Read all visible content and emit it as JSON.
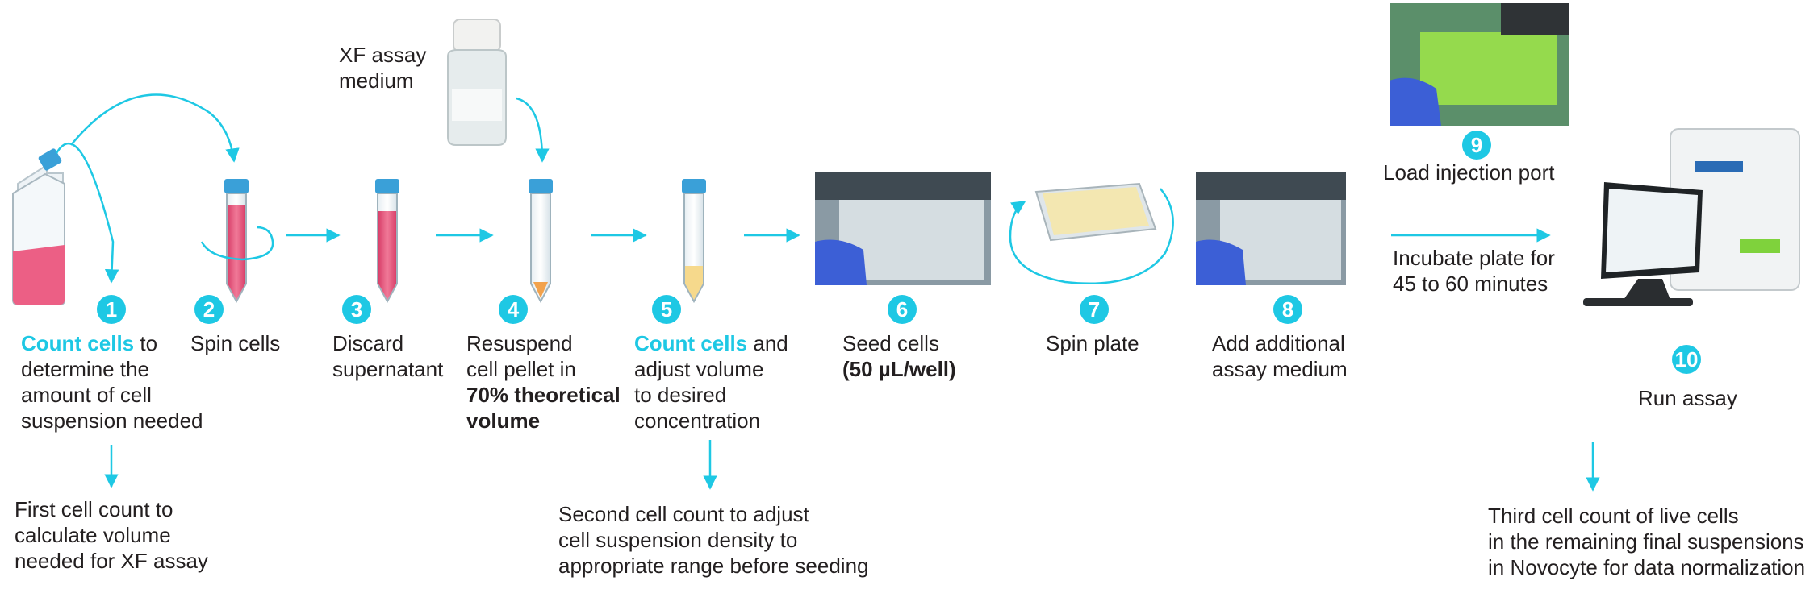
{
  "colors": {
    "accent": "#1ec8e4",
    "text": "#231f20",
    "media_pink": "#e9557c",
    "cap_blue": "#3aa0d8"
  },
  "medium": {
    "label_line1": "XF assay",
    "label_line2": "medium"
  },
  "steps": [
    {
      "number": "1",
      "line1_highlight": "Count cells",
      "line1_rest": " to",
      "line2": "determine the",
      "line3": "amount of cell",
      "line4": "suspension needed"
    },
    {
      "number": "2",
      "line1": "Spin cells"
    },
    {
      "number": "3",
      "line1": "Discard",
      "line2": "supernatant"
    },
    {
      "number": "4",
      "line1": "Resuspend",
      "line2": "cell pellet in",
      "line3_bold": "70% theoretical",
      "line4_bold": "volume"
    },
    {
      "number": "5",
      "line1_highlight": "Count cells",
      "line1_rest": " and",
      "line2": "adjust volume",
      "line3": "to desired",
      "line4": "concentration"
    },
    {
      "number": "6",
      "line1": "Seed cells",
      "line2_bold": "(50 µL/well)"
    },
    {
      "number": "7",
      "line1": "Spin plate"
    },
    {
      "number": "8",
      "line1": "Add additional",
      "line2": "assay medium"
    },
    {
      "number": "9",
      "line1": "Load injection port"
    },
    {
      "number": "10",
      "line1": "Run assay"
    }
  ],
  "incubate": {
    "line1": "Incubate plate for",
    "line2": "45 to 60 minutes"
  },
  "notes": [
    {
      "line1": "First cell count to",
      "line2": "calculate volume",
      "line3": "needed for XF assay"
    },
    {
      "line1": "Second cell count to adjust",
      "line2": "cell suspension density to",
      "line3": "appropriate range before seeding"
    },
    {
      "line1": "Third cell count of live cells",
      "line2": "in the remaining final suspensions",
      "line3": "in Novocyte for data normalization"
    }
  ]
}
